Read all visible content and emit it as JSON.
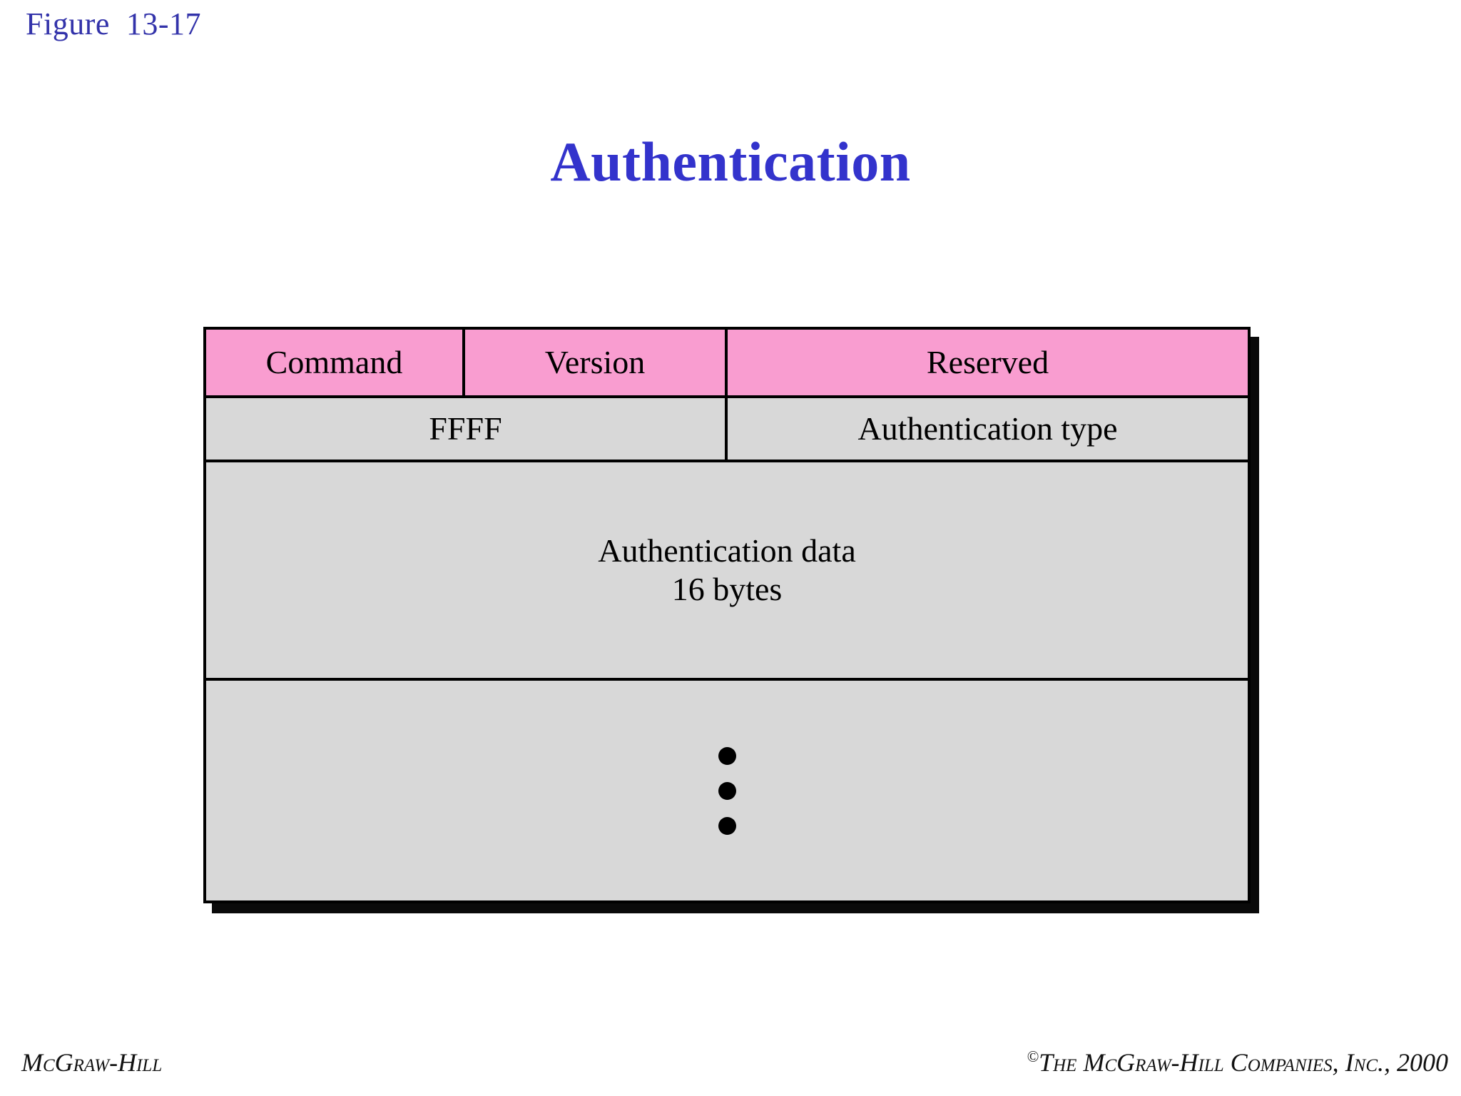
{
  "figure": {
    "label": "Figure  13-17"
  },
  "title": "Authentication",
  "colors": {
    "title_blue": "#3333cc",
    "label_blue": "#3333aa",
    "header_pink": "#f99dd0",
    "body_gray": "#d8d8d8",
    "border_black": "#000000"
  },
  "diagram": {
    "name": "authentication-packet-format",
    "rows": [
      {
        "kind": "header",
        "fill": "#f99dd0",
        "cells": [
          {
            "label": "Command"
          },
          {
            "label": "Version"
          },
          {
            "label": "Reserved"
          }
        ]
      },
      {
        "kind": "field",
        "fill": "#d8d8d8",
        "cells": [
          {
            "label": "FFFF"
          },
          {
            "label": "Authentication type"
          }
        ]
      },
      {
        "kind": "field",
        "fill": "#d8d8d8",
        "cells": [
          {
            "line1": "Authentication data",
            "line2": "16 bytes"
          }
        ]
      },
      {
        "kind": "continuation",
        "fill": "#d8d8d8",
        "cells": [
          {
            "glyph": "vertical-ellipsis",
            "dots": 3
          }
        ]
      }
    ]
  },
  "footer": {
    "left": "McGraw-Hill",
    "copyright_mark": "©",
    "right": "The McGraw-Hill Companies, Inc., 2000"
  }
}
